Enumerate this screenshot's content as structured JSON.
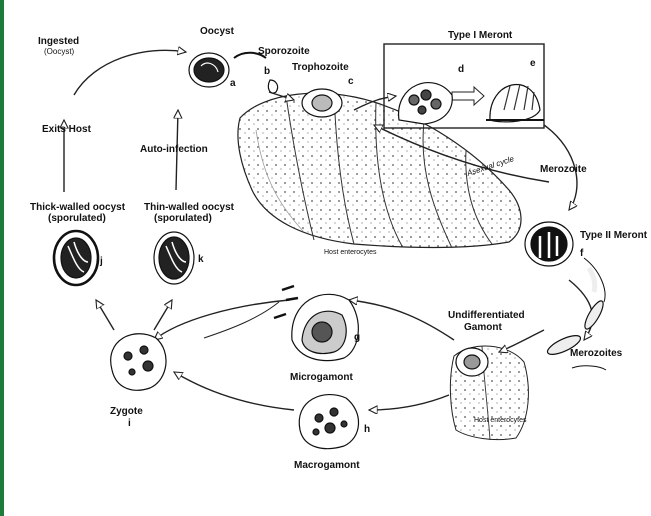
{
  "accent_color": "#1e7b3a",
  "labels": {
    "ingested": "Ingested",
    "ingested_sub": "(Oocyst)",
    "oocyst": "Oocyst",
    "sporozoite": "Sporozoite",
    "trophozoite": "Trophozoite",
    "type1_meront": "Type I Meront",
    "exits_host": "Exits Host",
    "auto_infection": "Auto-infection",
    "merozoite": "Merozoite",
    "asexual_cycle": "Asexual cycle",
    "thick_walled_line1": "Thick-walled oocyst",
    "thick_walled_line2": "(sporulated)",
    "thin_walled_line1": "Thin-walled oocyst",
    "thin_walled_line2": "(sporulated)",
    "host_enterocytes_top": "Host enterocytes",
    "type2_meront": "Type II Meront",
    "undifferentiated_gamont_line1": "Undifferentiated",
    "undifferentiated_gamont_line2": "Gamont",
    "merozoites": "Merozoites",
    "microgamont": "Microgamont",
    "macrogamont": "Macrogamont",
    "zygote": "Zygote",
    "host_enterocytes_bottom": "Host enterocytes"
  },
  "letters": {
    "a": "a",
    "b": "b",
    "c": "c",
    "d": "d",
    "e": "e",
    "f": "f",
    "g": "g",
    "h": "h",
    "i": "i",
    "j": "j",
    "k": "k"
  }
}
